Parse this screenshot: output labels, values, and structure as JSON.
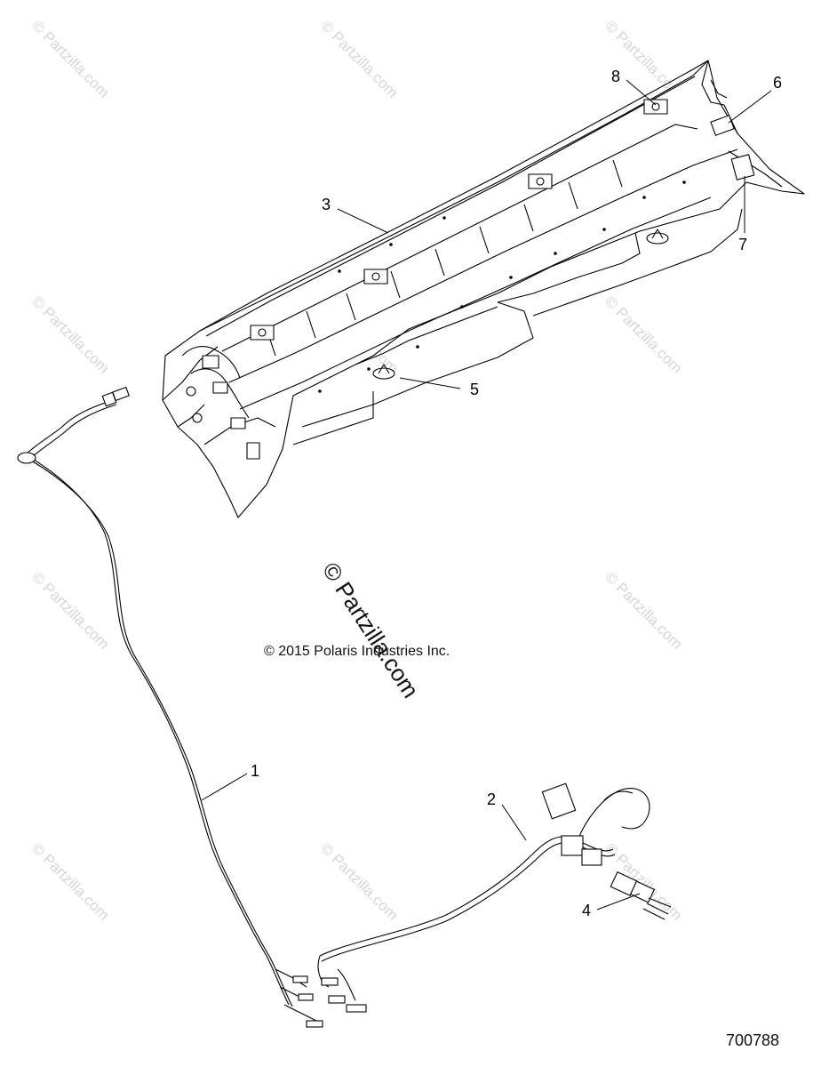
{
  "watermark": {
    "text": "© Partzilla.com"
  },
  "copyright": "© 2015 Polaris Industries Inc.",
  "diagram_number": "700788",
  "callouts": [
    "1",
    "2",
    "3",
    "4",
    "5",
    "6",
    "7",
    "8"
  ]
}
